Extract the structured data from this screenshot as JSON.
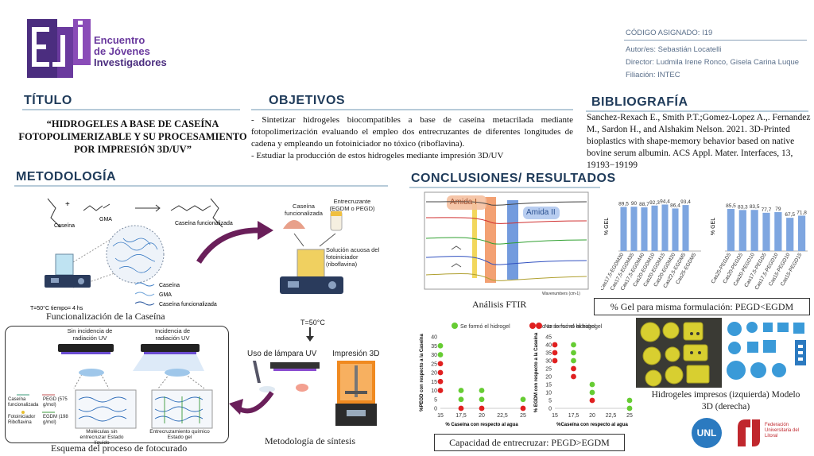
{
  "header": {
    "logo_letters": "EJI",
    "logo_line1": "Encuentro",
    "logo_line2": "de Jóvenes",
    "logo_line3": "Investigadores",
    "code": "CÓDIGO ASIGNADO: I19",
    "authors": "Autor/es: Sebastián Locatelli",
    "directors": "Director: Ludmila Irene Ronco, Gisela Carina Luque",
    "affiliation": "Filiación: INTEC"
  },
  "titulo": {
    "heading": "TÍTULO",
    "text": "“HIDROGELES A BASE DE CASEÍNA FOTOPOLIMERIZABLE Y SU PROCESAMIENTO POR IMPRESIÓN 3D/UV”"
  },
  "objetivos": {
    "heading": "OBJETIVOS",
    "item1": "- Sintetizar hidrogeles biocompatibles a base de caseína metacrilada mediante fotopolimerización evaluando el empleo dos entrecruzantes de diferentes longitudes de cadena y empleando un fotoiniciador no tóxico (riboflavina).",
    "item2": "- Estudiar la producción de estos hidrogeles mediante impresión 3D/UV"
  },
  "bibliografia": {
    "heading": "BIBLIOGRAFÍA",
    "text": "Sanchez-Rexach E., Smith P.T.;Gomez-Lopez A.,. Fernandez M., Sardon H., and Alshakim Nelson. 2021. 3D-Printed bioplastics with shape-memory behavior based on native bovine serum albumin. ACS Appl. Mater. Interfaces, 13, 19193−19199"
  },
  "metodologia": {
    "heading": "METODOLOGÍA",
    "caseina": "Caseína",
    "gma": "GMA",
    "caseina_func": "Caseína funcionalizada",
    "legend_caseina": "Caseína",
    "legend_gma": "GMA",
    "legend_func": "Caseína funcionalizada",
    "cond": "T=50°C   tiempo= 4 hs",
    "caption_func": "Funcionalización de la Caseína",
    "caseina_func2": "Caseína funcionalizada",
    "entrecruzante": "Entrecruzante (EGDM o PEGD)",
    "solucion": "Solución acuosa del fotoiniciador (riboflavina)",
    "temp": "T=50°C",
    "lampara": "Uso de lámpara UV",
    "impresion": "Impresión 3D",
    "caption_sintesis": "Metodología de síntesis",
    "sin_uv": "Sin incidencia de radiación UV",
    "con_uv": "Incidencia de radiación UV",
    "leg_caseina_func": "Caseína funcionalizada",
    "leg_pegd": "PEGD (575 g/mol)",
    "leg_foto": "Fotoiniciador Riboflavina",
    "leg_egdm": "EGDM (198 g/mol)",
    "estado_liq": "Moléculas sin entrecruzar Estado líquido",
    "estado_gel": "Entrecruzamiento químico Estado gel",
    "caption_foto": "Esquema del proceso de fotocurado"
  },
  "conclusiones": {
    "heading": "CONCLUSIONES/ RESULTADOS",
    "ftir_caption": "Análisis FTIR",
    "amida1": "Amida I",
    "amida2": "Amida II",
    "ftir_xlabel": "Wavenumbers (cm-1)",
    "gel_caption": "% Gel para misma formulación: PEGD<EGDM",
    "capacidad_caption": "Capacidad de entrecruzar: PEGD>EGDM",
    "hidrogeles_caption": "Hidrogeles impresos (izquierda) Modelo 3D (derecha)"
  },
  "chart_data": [
    {
      "type": "bar",
      "title": "",
      "ylabel": "% GEL",
      "categories": [
        "Cas17,5-EGDM30",
        "Cas17,5-EGDM35",
        "Cas17,5-EGDM40",
        "Cas20-EGDM10",
        "Cas20-EGDM15",
        "Cas20-EGDM20",
        "Cas22,5-EGDM5",
        "Cas25-EGDM5"
      ],
      "values": [
        89.5,
        90,
        88.7,
        92.3,
        94.4,
        86.4,
        93.4
      ],
      "value_labels": [
        "89,5",
        "90",
        "88,7",
        "92,3",
        "94,4",
        "86,4",
        "93,4"
      ],
      "ylim": [
        0,
        100
      ],
      "color": "#7ea6e0"
    },
    {
      "type": "bar",
      "title": "",
      "ylabel": "% GEL",
      "categories": [
        "Cas25-PEGD5",
        "Cas20-PEGD5",
        "Cas20-PEGD10",
        "Cas17,5-PEGD5",
        "Cas17,5-PEGD10",
        "Cas15-PEGD10",
        "Cas15-PEGD15"
      ],
      "values": [
        85.5,
        83.3,
        83.5,
        77.7,
        79,
        67.5,
        71.8
      ],
      "value_labels": [
        "85,5",
        "83,3",
        "83,5",
        "77,7",
        "79",
        "67,5",
        "71,8"
      ],
      "ylim": [
        0,
        100
      ],
      "color": "#7ea6e0"
    },
    {
      "type": "scatter",
      "xlabel": "% Caseína con respecto al agua",
      "ylabel": "%PEGD con respecto a la Caseína",
      "x_ticks": [
        15,
        17.5,
        20,
        22.5,
        25
      ],
      "x_tick_labels": [
        "15",
        "17,5",
        "20",
        "22,5",
        "25"
      ],
      "y_ticks": [
        0,
        5,
        10,
        15,
        20,
        25,
        30,
        35,
        40
      ],
      "xlim": [
        15,
        25
      ],
      "ylim": [
        0,
        40
      ],
      "legend": [
        "Se formó el hidrogel",
        "No se formó el hidrogel"
      ],
      "series": [
        {
          "name": "Se formó el hidrogel",
          "color": "#66cc33",
          "points": [
            [
              15,
              35
            ],
            [
              15,
              30
            ],
            [
              17.5,
              10
            ],
            [
              17.5,
              5
            ],
            [
              20,
              10
            ],
            [
              20,
              5
            ],
            [
              25,
              5
            ]
          ]
        },
        {
          "name": "No se formó el hidrogel",
          "color": "#e02020",
          "points": [
            [
              15,
              25
            ],
            [
              15,
              20
            ],
            [
              15,
              15
            ],
            [
              15,
              10
            ],
            [
              17.5,
              0
            ],
            [
              20,
              0
            ],
            [
              25,
              0
            ]
          ]
        }
      ]
    },
    {
      "type": "scatter",
      "xlabel": "%Caseína con respecto al agua",
      "ylabel": "% EGDM con respecto a la Caseína",
      "x_ticks": [
        15,
        17.5,
        20,
        22.5,
        25
      ],
      "x_tick_labels": [
        "15",
        "17,5",
        "20",
        "22,5",
        "25"
      ],
      "y_ticks": [
        0,
        5,
        10,
        15,
        20,
        25,
        30,
        35,
        40,
        45
      ],
      "xlim": [
        15,
        25
      ],
      "ylim": [
        0,
        45
      ],
      "legend": [
        "No se formó el hidrogel"
      ],
      "series": [
        {
          "name": "Se formó el hidrogel",
          "color": "#66cc33",
          "points": [
            [
              17.5,
              40
            ],
            [
              17.5,
              35
            ],
            [
              17.5,
              30
            ],
            [
              20,
              15
            ],
            [
              20,
              10
            ],
            [
              25,
              5
            ],
            [
              25,
              0
            ]
          ]
        },
        {
          "name": "No se formó el hidrogel",
          "color": "#e02020",
          "points": [
            [
              15,
              40
            ],
            [
              15,
              35
            ],
            [
              15,
              30
            ],
            [
              17.5,
              25
            ],
            [
              17.5,
              20
            ],
            [
              20,
              5
            ]
          ]
        }
      ]
    }
  ],
  "logos": {
    "unl": "UNL",
    "fed": "Federación Universitaria del Litoral"
  }
}
